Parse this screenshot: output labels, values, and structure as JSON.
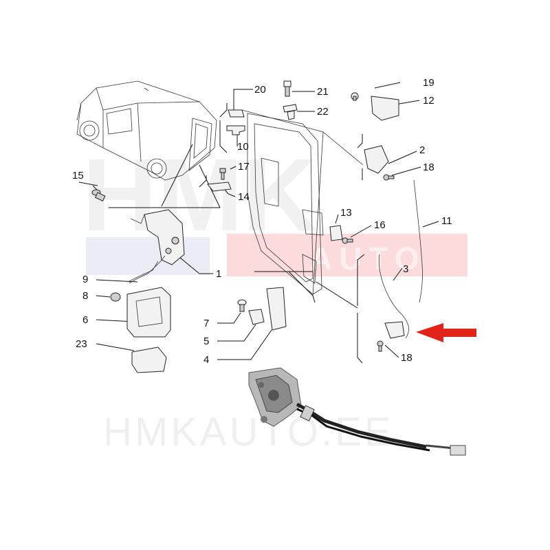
{
  "watermark": {
    "brand": "HMK",
    "red_band": "AUTO",
    "footer": "HMKAUTO.EE"
  },
  "callouts": [
    {
      "num": "1",
      "name": "callout-1"
    },
    {
      "num": "2",
      "name": "callout-2"
    },
    {
      "num": "3",
      "name": "callout-3"
    },
    {
      "num": "4",
      "name": "callout-4"
    },
    {
      "num": "5",
      "name": "callout-5"
    },
    {
      "num": "6",
      "name": "callout-6"
    },
    {
      "num": "7",
      "name": "callout-7"
    },
    {
      "num": "8",
      "name": "callout-8"
    },
    {
      "num": "9",
      "name": "callout-9"
    },
    {
      "num": "10",
      "name": "callout-10"
    },
    {
      "num": "11",
      "name": "callout-11"
    },
    {
      "num": "12",
      "name": "callout-12"
    },
    {
      "num": "13",
      "name": "callout-13"
    },
    {
      "num": "14",
      "name": "callout-14"
    },
    {
      "num": "15",
      "name": "callout-15"
    },
    {
      "num": "16",
      "name": "callout-16"
    },
    {
      "num": "17",
      "name": "callout-17"
    },
    {
      "num": "18",
      "name": "callout-18-upper"
    },
    {
      "num": "18",
      "name": "callout-18-lower"
    },
    {
      "num": "19",
      "name": "callout-19"
    },
    {
      "num": "20",
      "name": "callout-20"
    },
    {
      "num": "21",
      "name": "callout-21"
    },
    {
      "num": "22",
      "name": "callout-22"
    },
    {
      "num": "23",
      "name": "callout-23"
    }
  ],
  "colors": {
    "arrow": "#e2231a",
    "red_band": "#e8383d",
    "blue_band": "#5a6fb5"
  }
}
